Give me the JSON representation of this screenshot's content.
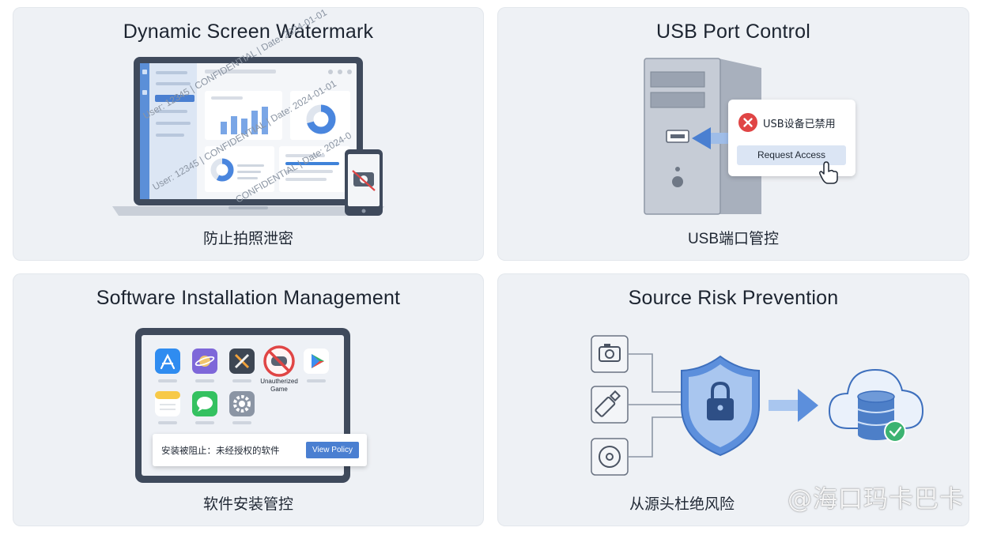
{
  "cards": [
    {
      "title": "Dynamic Screen Watermark",
      "subtitle": "防止拍照泄密"
    },
    {
      "title": "USB Port Control",
      "subtitle": "USB端口管控"
    },
    {
      "title": "Software Installation Management",
      "subtitle": "软件安装管控"
    },
    {
      "title": "Source Risk Prevention",
      "subtitle": "从源头杜绝风险"
    }
  ],
  "watermark": {
    "line1": "User: 12345 | CONFIDENTIAL | Date: 2024-01-01",
    "line2": "User: 12345 | CONFIDENTIAL | Date: 2024-01-01",
    "line3": "CONFIDENTIAL | Date: 2024-0"
  },
  "usb": {
    "status_text": "USB设备已禁用",
    "request_button": "Request Access"
  },
  "software": {
    "blocked_app_label": "Unautherized Game",
    "blocked_message": "安装被阻止：未经授权的软件",
    "policy_button": "View Policy"
  },
  "brand_watermark": "@海口玛卡巴卡",
  "colors": {
    "card_bg": "#eef1f5",
    "accent_blue": "#4a7fd1",
    "danger_red": "#e04545",
    "success_green": "#3cb371"
  }
}
